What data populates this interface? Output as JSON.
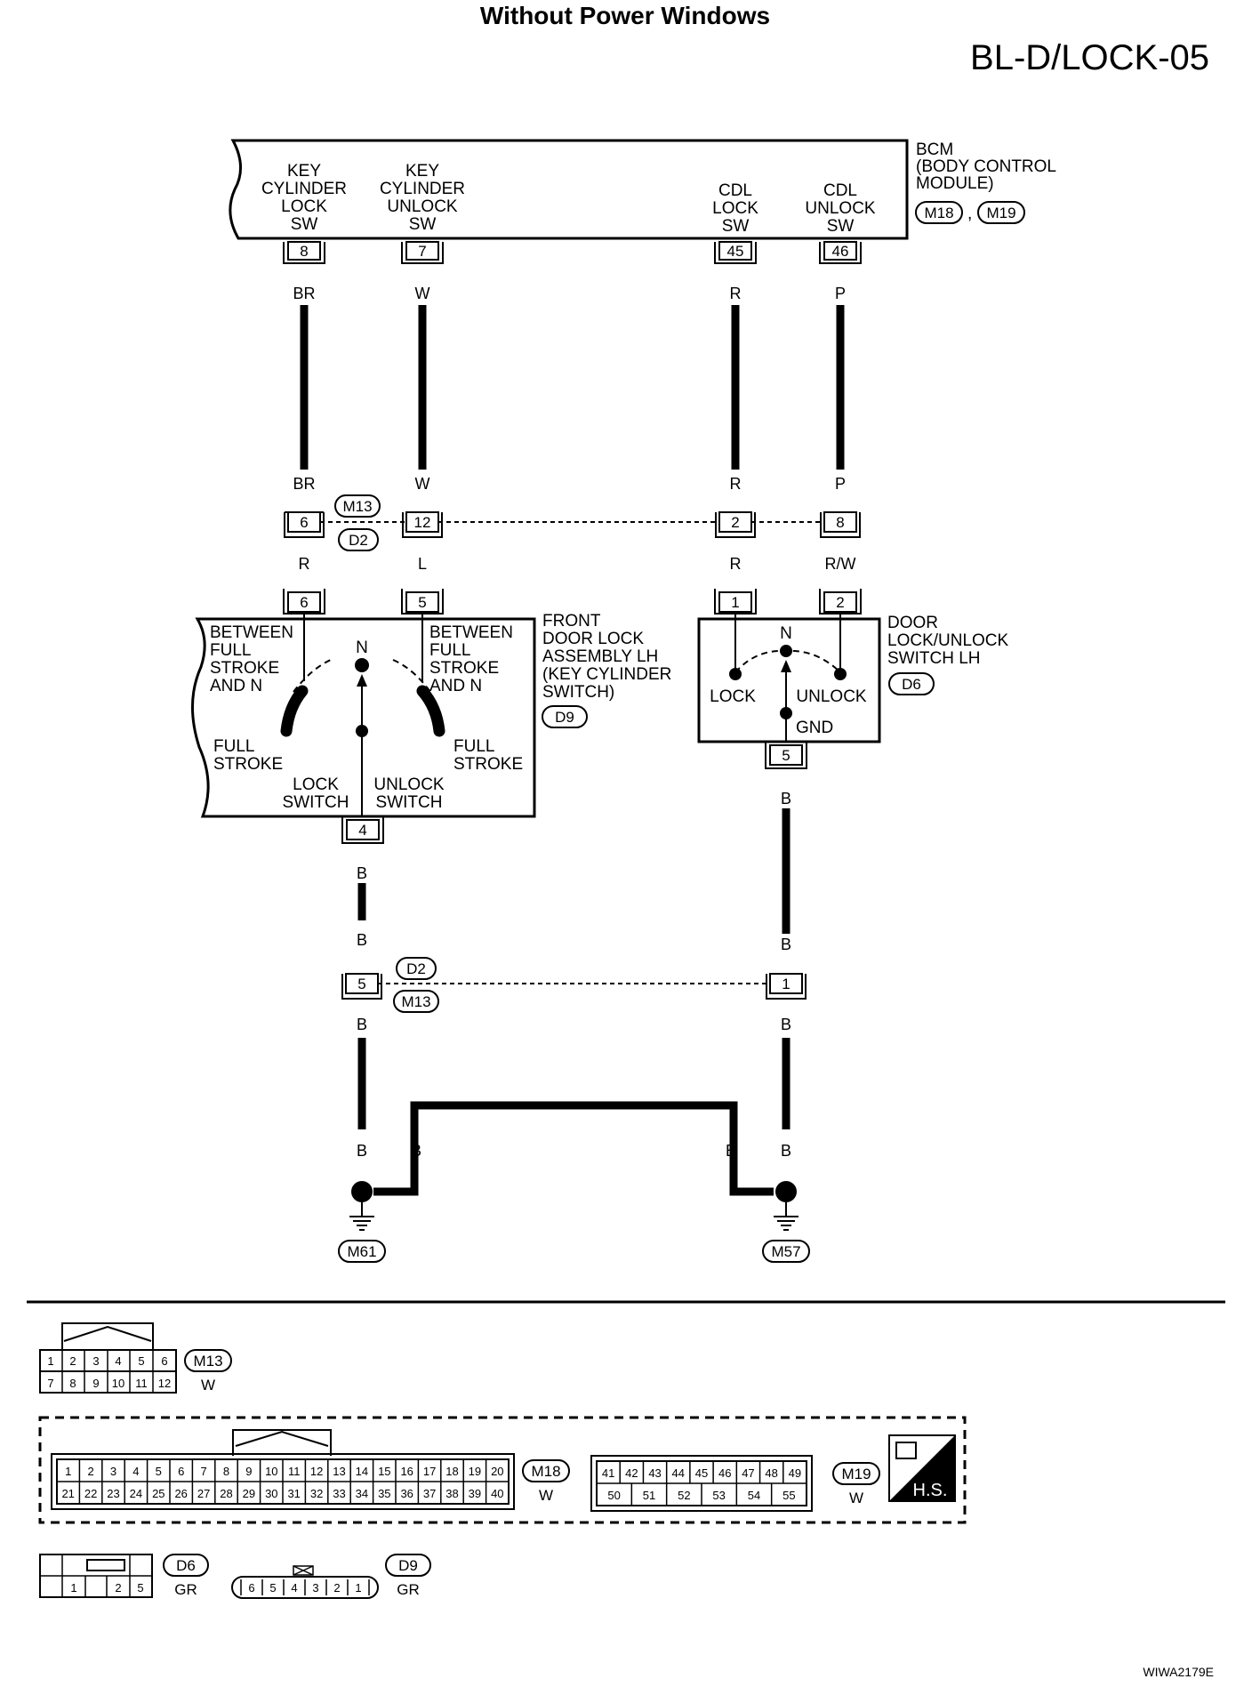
{
  "header": {
    "title": "Without Power Windows",
    "code": "BL-D/LOCK-05"
  },
  "bcm": {
    "name_lines": [
      "BCM",
      "(BODY CONTROL",
      "MODULE)"
    ],
    "connectors": [
      "M18",
      "M19"
    ],
    "pins": [
      {
        "no": "8",
        "name": [
          "KEY",
          "CYLINDER",
          "LOCK",
          "SW"
        ],
        "wire_top": "BR",
        "wire_mid": "BR",
        "jc_pin": "6",
        "wire_low": "R"
      },
      {
        "no": "7",
        "name": [
          "KEY",
          "CYLINDER",
          "UNLOCK",
          "SW"
        ],
        "wire_top": "W",
        "wire_mid": "W",
        "jc_pin": "12",
        "wire_low": "L"
      },
      {
        "no": "45",
        "name": [
          "CDL",
          "LOCK",
          "SW"
        ],
        "wire_top": "R",
        "wire_mid": "R",
        "jc_pin": "2",
        "wire_low": "R"
      },
      {
        "no": "46",
        "name": [
          "CDL",
          "UNLOCK",
          "SW"
        ],
        "wire_top": "P",
        "wire_mid": "P",
        "jc_pin": "8",
        "wire_low": "R/W"
      }
    ]
  },
  "joint_upper": {
    "tags": [
      "M13",
      "D2"
    ]
  },
  "front_lock": {
    "title_lines": [
      "FRONT",
      "DOOR LOCK",
      "ASSEMBLY LH",
      "(KEY CYLINDER",
      "SWITCH)"
    ],
    "connector": "D9",
    "pin_left": "6",
    "pin_right": "5",
    "pin_bottom": "4",
    "between_left": [
      "BETWEEN",
      "FULL",
      "STROKE",
      "AND N"
    ],
    "between_right": [
      "BETWEEN",
      "FULL",
      "STROKE",
      "AND N"
    ],
    "full_left": [
      "FULL",
      "STROKE"
    ],
    "full_right": [
      "FULL",
      "STROKE"
    ],
    "n_label": "N",
    "lock_switch": [
      "LOCK",
      "SWITCH"
    ],
    "unlock_switch": [
      "UNLOCK",
      "SWITCH"
    ]
  },
  "door_switch": {
    "title_lines": [
      "DOOR",
      "LOCK/UNLOCK",
      "SWITCH LH"
    ],
    "connector": "D6",
    "pin_left": "1",
    "pin_right": "2",
    "pin_bottom": "5",
    "n_label": "N",
    "lock": "LOCK",
    "unlock": "UNLOCK",
    "gnd": "GND"
  },
  "lower": {
    "wire_b": "B",
    "jc_left_pin": "5",
    "jc_right_pin": "1",
    "tags": [
      "D2",
      "M13"
    ],
    "ground_left": "M61",
    "ground_right": "M57"
  },
  "connector_views": {
    "m13": {
      "id": "M13",
      "color": "W",
      "row1": [
        "1",
        "2",
        "3",
        "4",
        "5",
        "6"
      ],
      "row2": [
        "7",
        "8",
        "9",
        "10",
        "11",
        "12"
      ]
    },
    "m18": {
      "id": "M18",
      "color": "W",
      "row1": [
        "1",
        "2",
        "3",
        "4",
        "5",
        "6",
        "7",
        "8",
        "9",
        "10",
        "11",
        "12",
        "13",
        "14",
        "15",
        "16",
        "17",
        "18",
        "19",
        "20"
      ],
      "row2": [
        "21",
        "22",
        "23",
        "24",
        "25",
        "26",
        "27",
        "28",
        "29",
        "30",
        "31",
        "32",
        "33",
        "34",
        "35",
        "36",
        "37",
        "38",
        "39",
        "40"
      ]
    },
    "m19": {
      "id": "M19",
      "color": "W",
      "row1": [
        "41",
        "42",
        "43",
        "44",
        "45",
        "46",
        "47",
        "48",
        "49"
      ],
      "row2": [
        "50",
        "51",
        "52",
        "53",
        "54",
        "55"
      ]
    },
    "hs": "H.S.",
    "d6": {
      "id": "D6",
      "color": "GR",
      "row2": [
        "1",
        "",
        "2",
        "5"
      ]
    },
    "d9": {
      "id": "D9",
      "color": "GR",
      "pins": [
        "6",
        "5",
        "4",
        "3",
        "2",
        "1"
      ]
    }
  },
  "footer": {
    "code": "WIWA2179E"
  }
}
